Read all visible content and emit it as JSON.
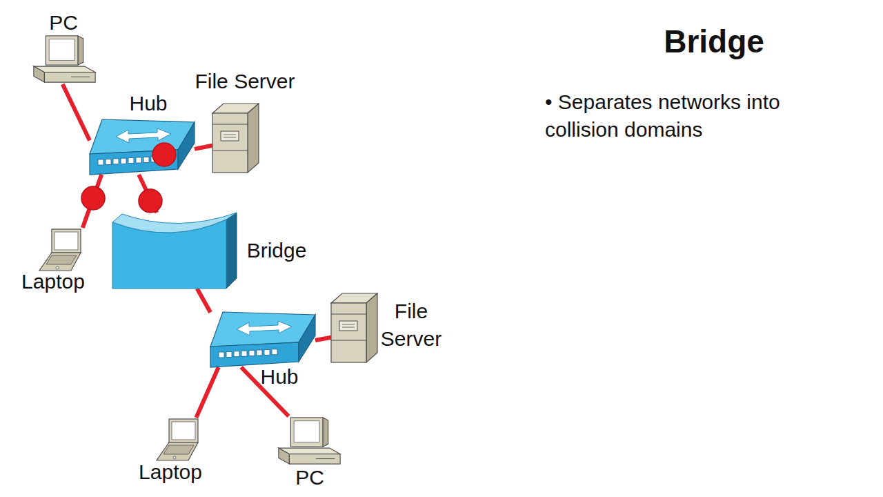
{
  "diagram": {
    "title": "Bridge",
    "nodes": [
      {
        "text": [
          "PC"
        ]
      },
      {
        "text": [
          "Hub"
        ]
      },
      {
        "text": [
          "File Server"
        ]
      },
      {
        "text": [
          "Laptop"
        ]
      },
      {
        "text": [
          "Bridge"
        ]
      },
      {
        "text": [
          "Hub"
        ]
      },
      {
        "text": [
          "File Server"
        ]
      },
      {
        "text": [
          "Laptop"
        ]
      },
      {
        "text": [
          "PC"
        ]
      }
    ],
    "edges": [
      {
        "from": 0,
        "to": 1,
        "arrow": "none"
      },
      {
        "from": 1,
        "to": 2,
        "arrow": "none"
      },
      {
        "from": 1,
        "to": 3,
        "arrow": "none"
      },
      {
        "from": 1,
        "to": 4,
        "arrow": "none"
      },
      {
        "from": 4,
        "to": 5,
        "arrow": "none"
      },
      {
        "from": 5,
        "to": 6,
        "arrow": "none"
      },
      {
        "from": 5,
        "to": 7,
        "arrow": "none"
      },
      {
        "from": 5,
        "to": 8,
        "arrow": "none"
      }
    ],
    "labels": [
      "• Separates networks into collision domains"
    ]
  }
}
